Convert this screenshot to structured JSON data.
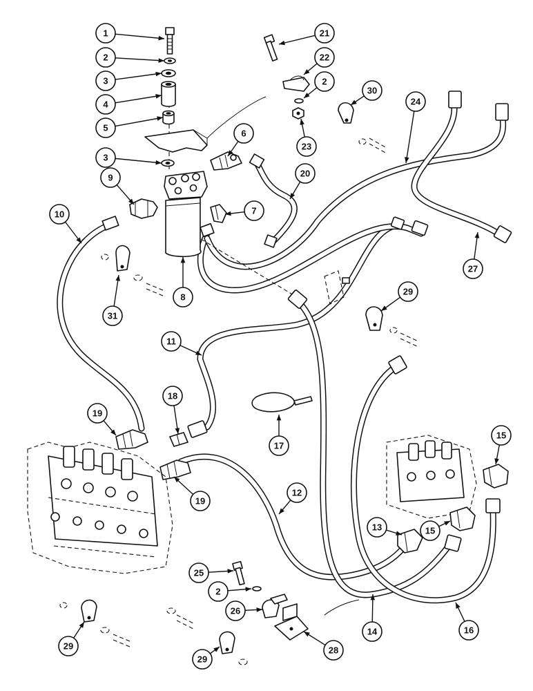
{
  "callouts": [
    {
      "label": "1"
    },
    {
      "label": "2"
    },
    {
      "label": "3"
    },
    {
      "label": "4"
    },
    {
      "label": "5"
    },
    {
      "label": "3"
    },
    {
      "label": "6"
    },
    {
      "label": "9"
    },
    {
      "label": "7"
    },
    {
      "label": "8"
    },
    {
      "label": "10"
    },
    {
      "label": "31"
    },
    {
      "label": "21"
    },
    {
      "label": "22"
    },
    {
      "label": "2"
    },
    {
      "label": "23"
    },
    {
      "label": "30"
    },
    {
      "label": "24"
    },
    {
      "label": "20"
    },
    {
      "label": "27"
    },
    {
      "label": "29"
    },
    {
      "label": "11"
    },
    {
      "label": "18"
    },
    {
      "label": "19"
    },
    {
      "label": "17"
    },
    {
      "label": "19"
    },
    {
      "label": "12"
    },
    {
      "label": "15"
    },
    {
      "label": "13"
    },
    {
      "label": "15"
    },
    {
      "label": "25"
    },
    {
      "label": "2"
    },
    {
      "label": "26"
    },
    {
      "label": "28"
    },
    {
      "label": "14"
    },
    {
      "label": "16"
    },
    {
      "label": "29"
    },
    {
      "label": "29"
    }
  ]
}
